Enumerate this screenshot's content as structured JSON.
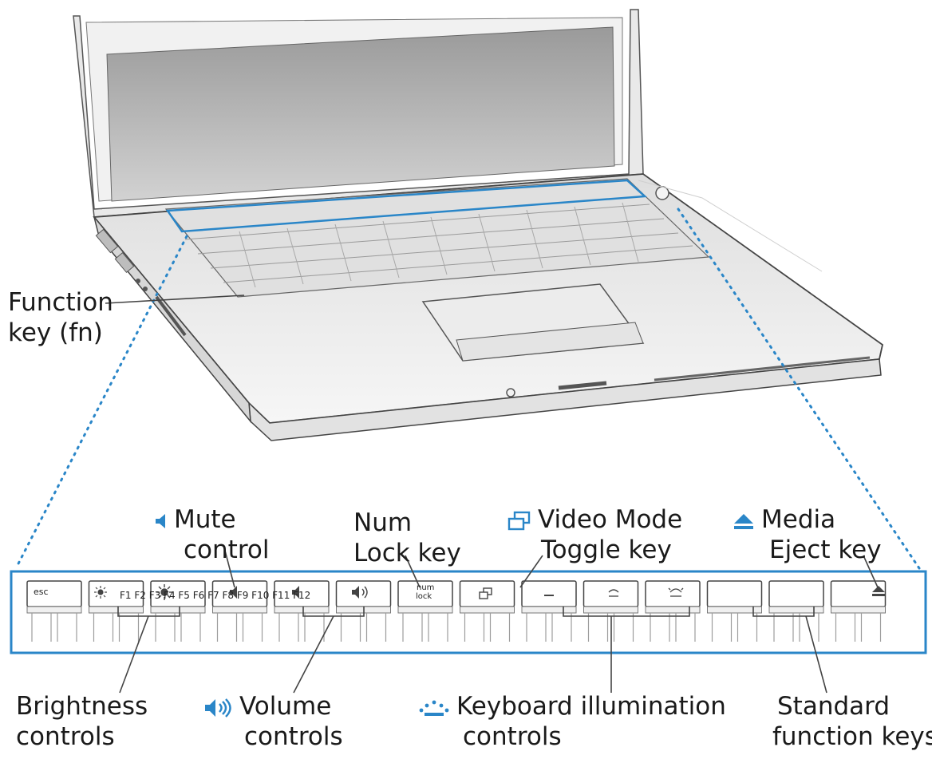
{
  "labels": {
    "function_key": [
      "Function",
      "key (fn)"
    ],
    "mute": [
      "Mute",
      "control"
    ],
    "num_lock": [
      "Num",
      "Lock key"
    ],
    "video_mode": [
      "Video Mode",
      "Toggle key"
    ],
    "media_eject": [
      "Media",
      "Eject key"
    ],
    "brightness": [
      "Brightness",
      "controls"
    ],
    "volume": [
      "Volume",
      "controls"
    ],
    "keyboard_illumination": [
      "Keyboard illumination",
      "controls"
    ],
    "standard_function_keys": [
      "Standard",
      "function keys"
    ]
  },
  "keys": {
    "esc": "esc",
    "f1_f12": "F1 F2 F3 F4 F5 F6 F7 F8 F9 F10 F11 F12",
    "num_lock_top": "num",
    "num_lock_bottom": "lock"
  },
  "colors": {
    "accent": "#2a86c8",
    "ink": "#1a1a1a",
    "line": "#444444"
  },
  "icons": {
    "mute": "speaker-icon",
    "volume": "speaker-waves-icon",
    "video_mode": "display-mirror-icon",
    "media_eject": "eject-icon",
    "keyboard_illumination": "illumination-icon",
    "brightness": "sun-icon"
  }
}
